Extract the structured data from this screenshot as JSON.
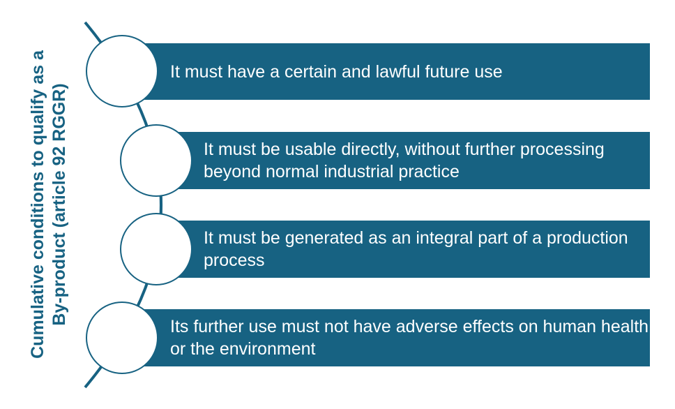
{
  "title_lines": [
    "Cumulative conditions to qualify as a",
    "By-product (article 92 RGGR)"
  ],
  "conditions": [
    {
      "text": "It must have a certain and lawful future use"
    },
    {
      "text": "It must be usable directly, without further processing beyond normal industrial practice"
    },
    {
      "text": "It must be generated as an integral part of a production process"
    },
    {
      "text": "Its further use must not have adverse effects on human health or the environment"
    }
  ],
  "colors": {
    "accent": "#176282"
  }
}
